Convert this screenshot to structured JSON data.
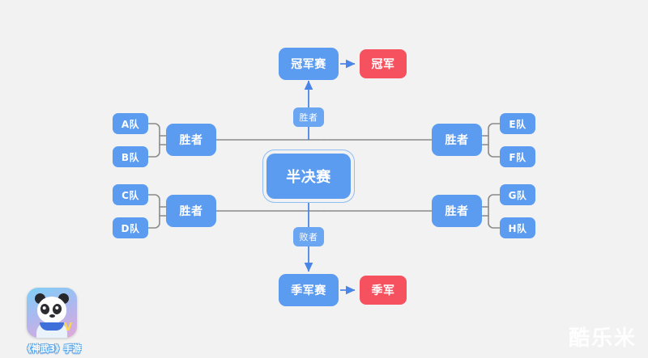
{
  "background_color": "#f2f2f2",
  "palette": {
    "node_blue": "#5b9bf0",
    "pill_blue": "#6aa6f2",
    "result_red": "#f5515f",
    "wire_gray": "#8a8a8a",
    "arrow_blue": "#4a86e8",
    "selection_ring": "#8fbdf5"
  },
  "diagram": {
    "type": "tournament-bracket",
    "central_node": {
      "label": "半决赛",
      "selected": true
    },
    "top_match": {
      "label": "冠军赛"
    },
    "top_result": {
      "label": "冠军"
    },
    "bottom_match": {
      "label": "季军赛"
    },
    "bottom_result": {
      "label": "季军"
    },
    "spine_labels": {
      "winner": "胜者",
      "loser": "败者"
    },
    "winner_nodes": [
      {
        "id": "winner-top-left",
        "label": "胜者"
      },
      {
        "id": "winner-bottom-left",
        "label": "胜者"
      },
      {
        "id": "winner-top-right",
        "label": "胜者"
      },
      {
        "id": "winner-bottom-right",
        "label": "胜者"
      }
    ],
    "teams": {
      "top_left": [
        "A队",
        "B队"
      ],
      "bottom_left": [
        "C队",
        "D队"
      ],
      "top_right": [
        "E队",
        "F队"
      ],
      "bottom_right": [
        "G队",
        "H队"
      ]
    }
  },
  "branding": {
    "game_title": "《神武3》手游",
    "icon_name": "panda-game-icon",
    "badge": "V"
  },
  "watermark": {
    "text": "酷乐米"
  }
}
